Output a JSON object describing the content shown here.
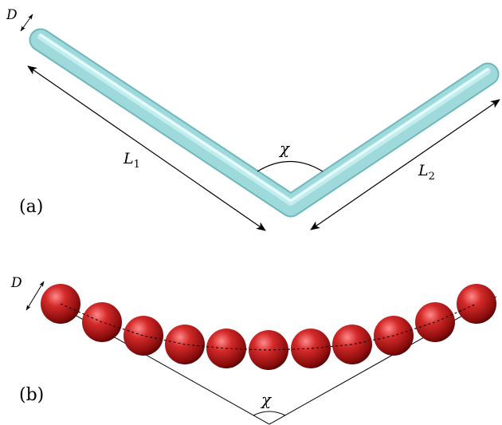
{
  "panel_a": {
    "label": "(a)",
    "diameter_symbol": "D",
    "length1_symbol": "L",
    "length1_sub": "1",
    "length2_symbol": "L",
    "length2_sub": "2",
    "angle_symbol": "χ",
    "rod_color": "#9ed9dc"
  },
  "panel_b": {
    "label": "(b)",
    "diameter_symbol": "D",
    "angle_symbol": "χ",
    "bead_count": 11,
    "bead_color": "#c42020"
  }
}
